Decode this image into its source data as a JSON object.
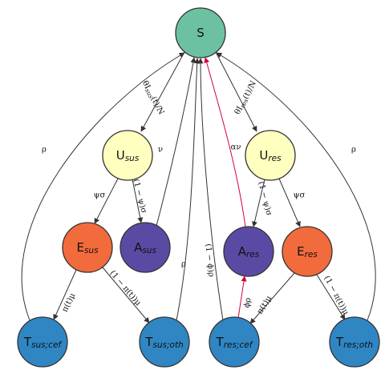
{
  "nodes": [
    {
      "id": "S",
      "main": "S",
      "sub": "",
      "color": "#6cc2a0"
    },
    {
      "id": "U_sus",
      "main": "U",
      "sub": "sus",
      "color": "#ffffc0"
    },
    {
      "id": "U_res",
      "main": "U",
      "sub": "res",
      "color": "#ffffc0"
    },
    {
      "id": "E_sus",
      "main": "E",
      "sub": "sus",
      "color": "#f26b3c"
    },
    {
      "id": "A_sus",
      "main": "A",
      "sub": "sus",
      "color": "#5b4aa3"
    },
    {
      "id": "A_res",
      "main": "A",
      "sub": "res",
      "color": "#5b4aa3"
    },
    {
      "id": "E_res",
      "main": "E",
      "sub": "res",
      "color": "#f26b3c"
    },
    {
      "id": "T_sus_cef",
      "main": "T",
      "sub": "sus;cef",
      "color": "#2f86c3"
    },
    {
      "id": "T_sus_oth",
      "main": "T",
      "sub": "sus;oth",
      "color": "#2f86c3"
    },
    {
      "id": "T_res_cef",
      "main": "T",
      "sub": "res;cef",
      "color": "#2f86c3"
    },
    {
      "id": "T_res_oth",
      "main": "T",
      "sub": "res;oth",
      "color": "#2f86c3"
    }
  ],
  "edges": [
    {
      "from": "S",
      "to": "U_sus",
      "label": "θI_sus(t)/N"
    },
    {
      "from": "S",
      "to": "U_res",
      "label": "θI_res(t)/N"
    },
    {
      "from": "U_sus",
      "to": "E_sus",
      "label": "ψσ"
    },
    {
      "from": "U_sus",
      "to": "A_sus",
      "label": "(1 − ψ)σ"
    },
    {
      "from": "U_res",
      "to": "A_res",
      "label": "(1 − ψ)σ"
    },
    {
      "from": "U_res",
      "to": "E_res",
      "label": "ψσ"
    },
    {
      "from": "E_sus",
      "to": "T_sus_cef",
      "label": "π(t)μ"
    },
    {
      "from": "E_sus",
      "to": "T_sus_oth",
      "label": "(1 − π(t))μ"
    },
    {
      "from": "E_res",
      "to": "T_res_cef",
      "label": "π(t)μ"
    },
    {
      "from": "E_res",
      "to": "T_res_oth",
      "label": "(1 − π(t))μ"
    },
    {
      "from": "A_sus",
      "to": "S",
      "label": "ν"
    },
    {
      "from": "A_res",
      "to": "S",
      "label": "αν",
      "color": "red"
    },
    {
      "from": "T_res_cef",
      "to": "A_res",
      "label": "ϕρ",
      "color": "red"
    },
    {
      "from": "T_sus_cef",
      "to": "S",
      "label": "ρ"
    },
    {
      "from": "T_sus_oth",
      "to": "S",
      "label": "ρ"
    },
    {
      "from": "T_res_cef",
      "to": "S",
      "label": "(1 − ϕ)ρ"
    },
    {
      "from": "T_res_oth",
      "to": "S",
      "label": "ρ"
    }
  ],
  "colors": {
    "edge": "#333333",
    "highlight": "#d4003c"
  }
}
